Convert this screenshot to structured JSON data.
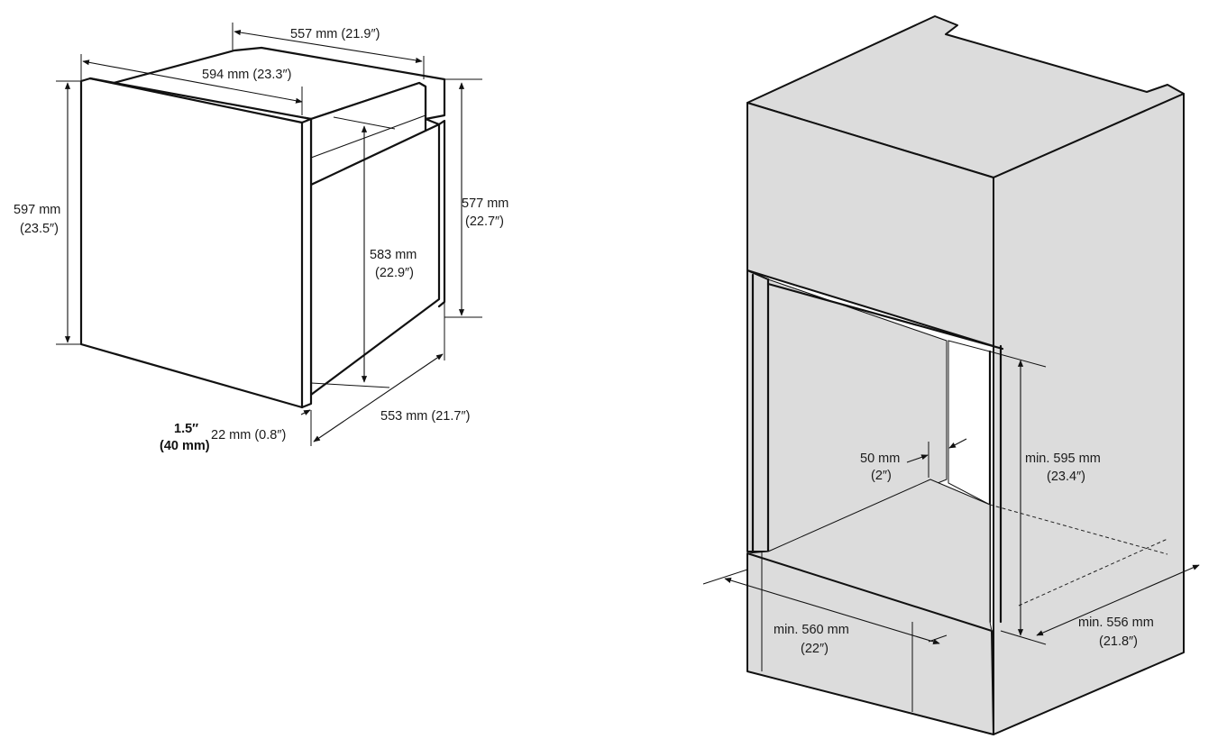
{
  "oven_dimensions": {
    "width_top": "557 mm (21.9″)",
    "width_front": "594 mm (23.3″)",
    "height_total_mm": "597 mm",
    "height_total_in": "(23.5″)",
    "height_back_mm": "577 mm",
    "height_back_in": "(22.7″)",
    "height_body_mm": "583 mm",
    "height_body_in": "(22.9″)",
    "depth": "553 mm (21.7″)",
    "door_thickness": "22 mm (0.8″)",
    "front_offset_in": "1.5″",
    "front_offset_mm": "(40 mm)"
  },
  "cabinet_dimensions": {
    "gap_mm": "50 mm",
    "gap_in": "(2″)",
    "min_height_mm": "min. 595 mm",
    "min_height_in": "(23.4″)",
    "min_width_mm": "min. 560 mm",
    "min_width_in": "(22″)",
    "min_depth_mm": "min. 556 mm",
    "min_depth_in": "(21.8″)"
  },
  "colors": {
    "line": "#111111",
    "cabinet_fill": "#dcdcdc",
    "background": "#ffffff"
  }
}
